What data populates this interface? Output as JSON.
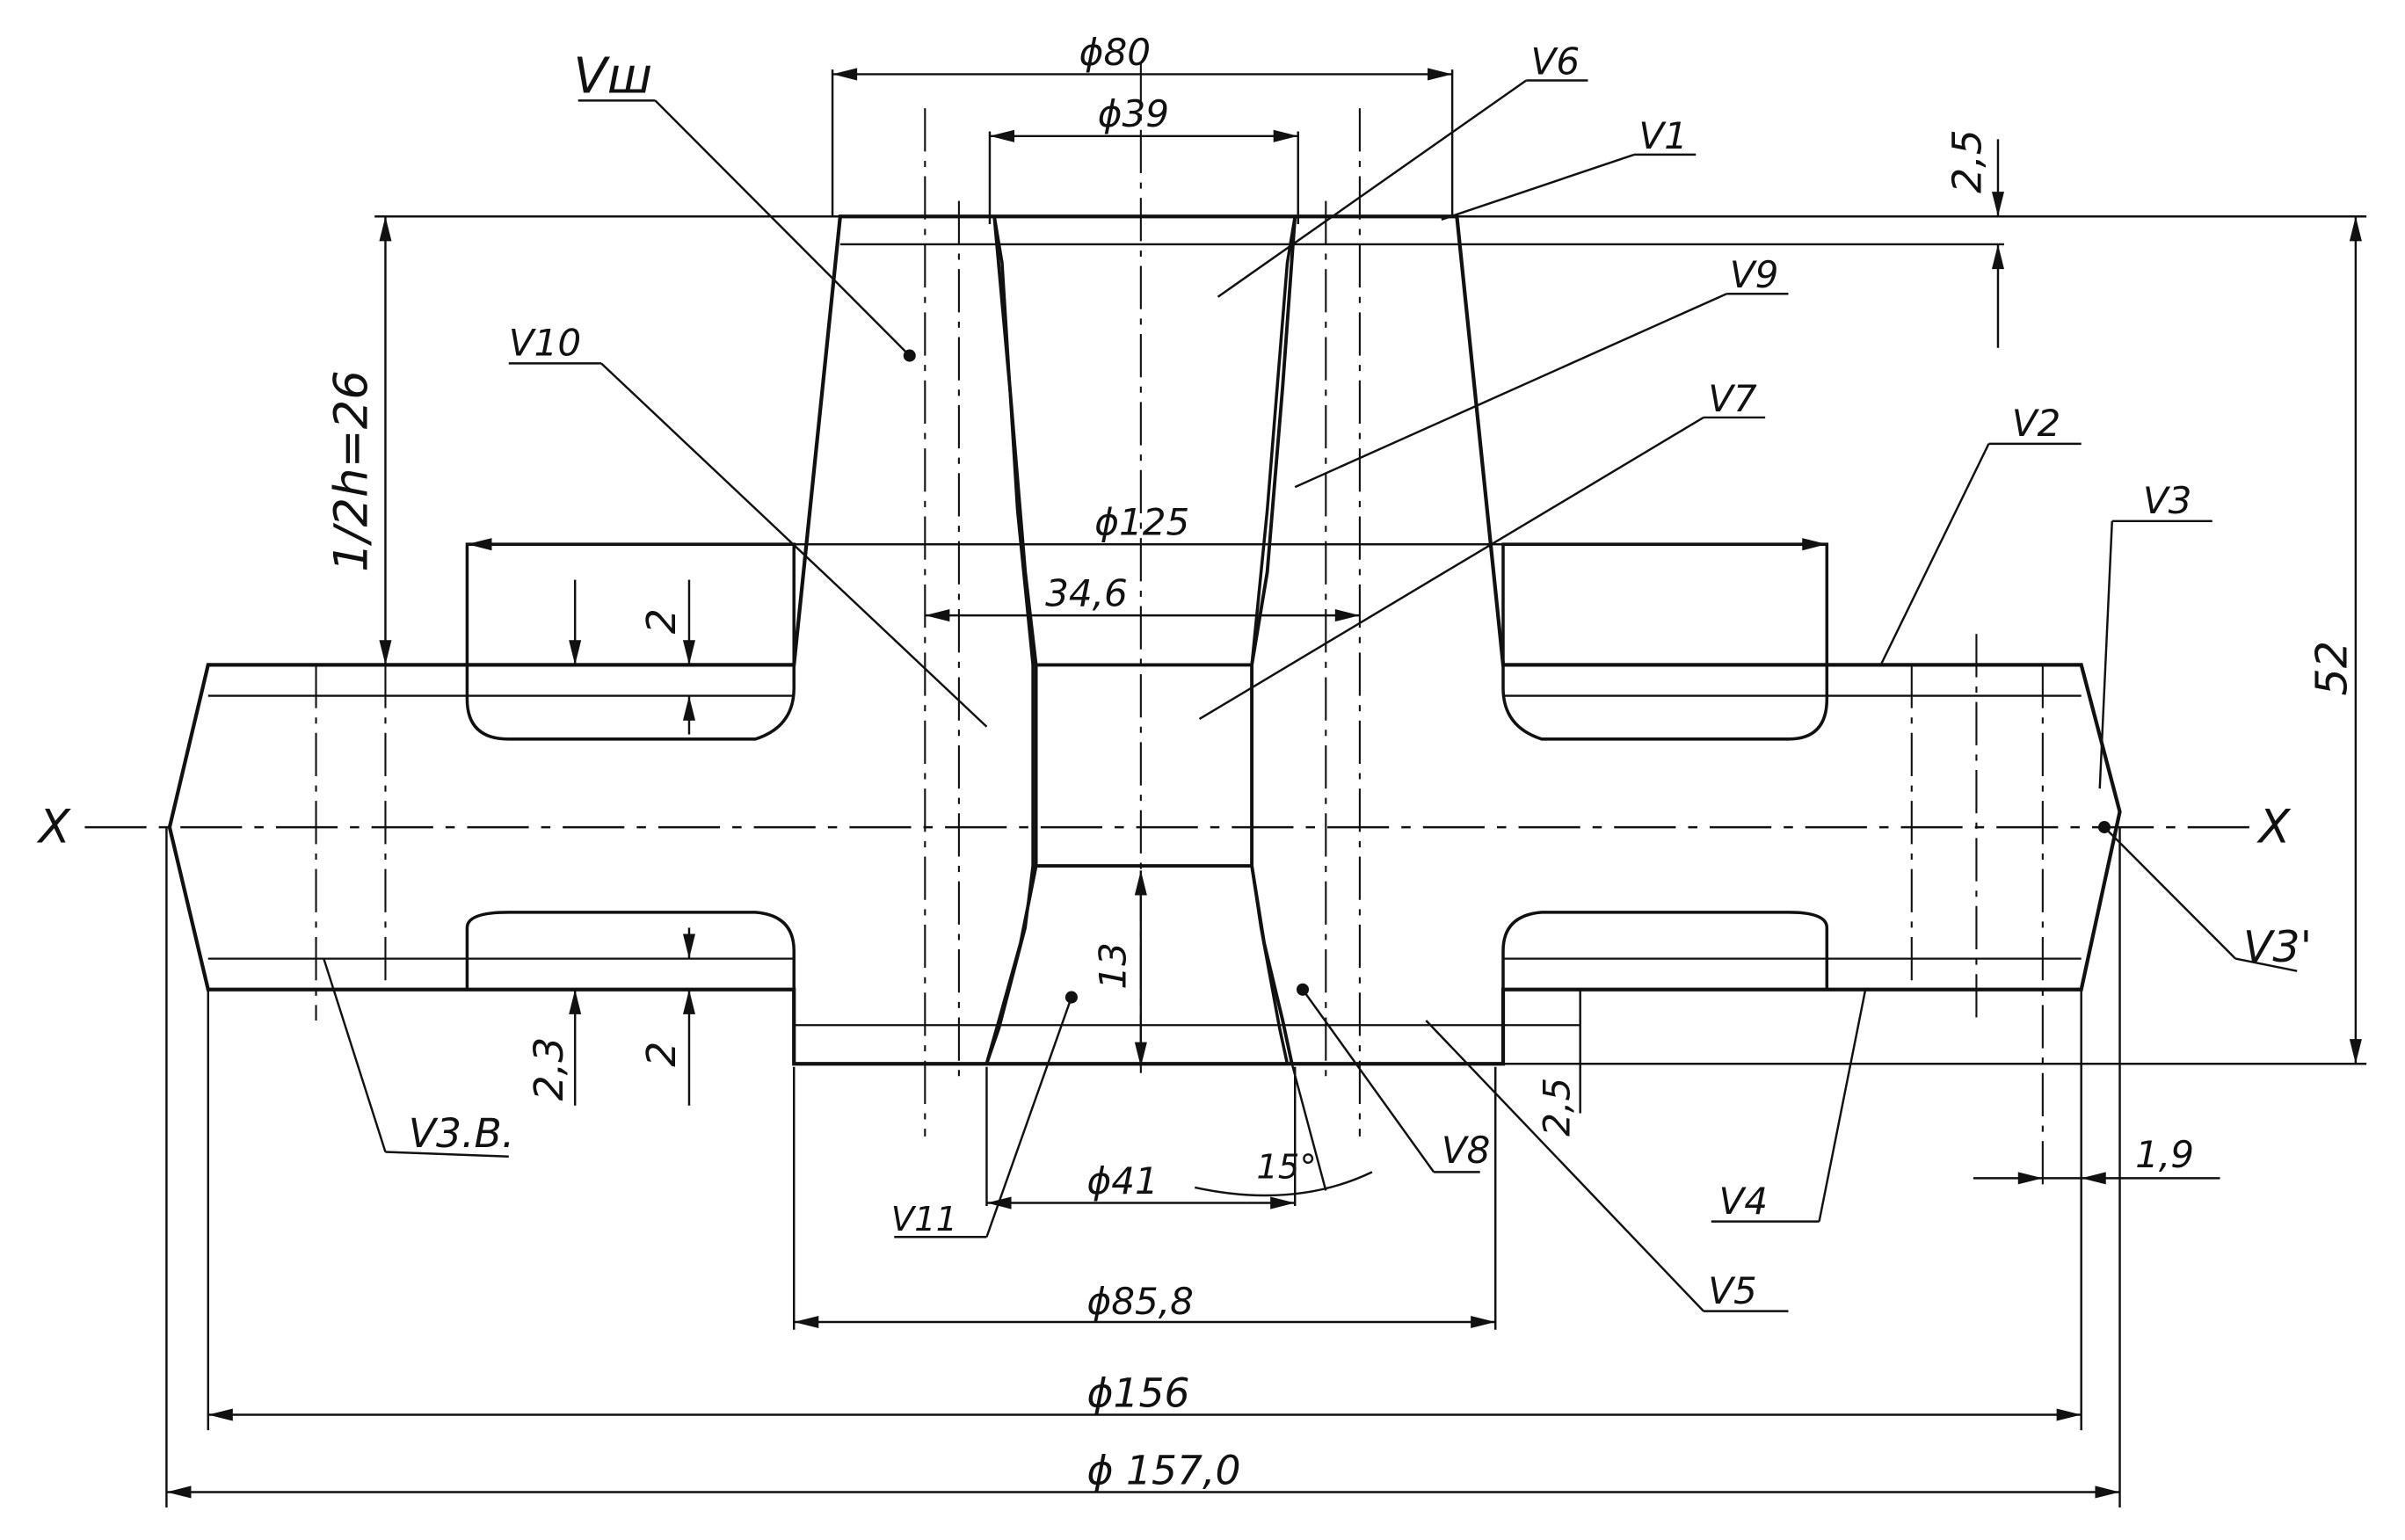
{
  "dimensions": {
    "phi80": "ϕ80",
    "phi39": "ϕ39",
    "phi125": "ϕ125",
    "d34_6": "34,6",
    "phi41": "ϕ41",
    "phi85_8": "ϕ85,8",
    "phi156": "ϕ156",
    "phi157": "ϕ 157,0",
    "half_h": "1/2h=26",
    "h52": "52",
    "d2_5_top": "2,5",
    "d2_left_top": "2",
    "d2_left_bottom": "2",
    "d2_3": "2,3",
    "d13": "13",
    "d2_5_bottom": "2,5",
    "angle15": "15°",
    "d1_9": "1,9"
  },
  "volumes": {
    "vsh": "Vш",
    "v1": "V1",
    "v2": "V2",
    "v3": "V3",
    "v3prime": "V3'",
    "v3v": "V3.B.",
    "v4": "V4",
    "v5": "V5",
    "v6": "V6",
    "v7": "V7",
    "v8": "V8",
    "v9": "V9",
    "v10": "V10",
    "v11": "V11"
  },
  "axis": {
    "left": "X",
    "right": "X"
  }
}
